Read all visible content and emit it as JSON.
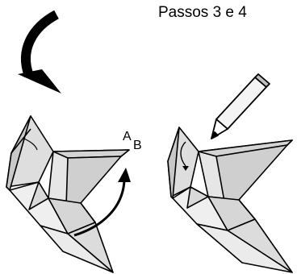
{
  "title": "Passos 3 e 4",
  "labels": {
    "point_a": "A",
    "point_b": "B"
  },
  "colors": {
    "paper_light": "#e2e2e2",
    "paper_mid": "#cdcdcd",
    "paper_white": "#f4f4f4",
    "outline": "#000000"
  },
  "icons": [
    "curved-arrow-icon",
    "rotate-arrow-icon",
    "pencil-icon"
  ]
}
